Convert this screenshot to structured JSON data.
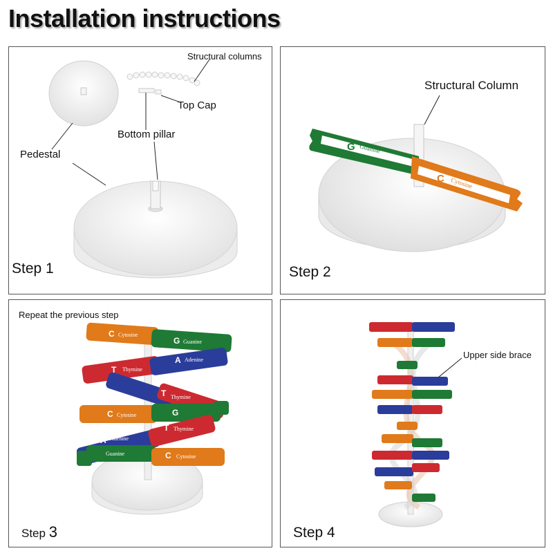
{
  "title": "Installation instructions",
  "panels": [
    {
      "step": "Step 1",
      "labels": {
        "structural_columns": "Structural columns",
        "top_cap": "Top Cap",
        "bottom_pillar": "Bottom pillar",
        "pedestal": "Pedestal"
      }
    },
    {
      "step": "Step 2",
      "labels": {
        "structural_column": "Structural Column"
      },
      "piece_text": {
        "left_letter": "G",
        "left_name": "Guanine",
        "right_letter": "C",
        "right_name": "Cytosine"
      }
    },
    {
      "step_word": "Step",
      "step_num": "3",
      "labels": {
        "note": "Repeat the previous step"
      },
      "rungs": [
        {
          "left_letter": "C",
          "left_name": "Cytosine",
          "right_letter": "G",
          "right_name": "Guanine"
        },
        {
          "left_letter": "T",
          "left_name": "Thymine",
          "right_letter": "A",
          "right_name": "Adenine"
        },
        {
          "left_letter": "T",
          "left_name": "Thymine",
          "right_letter": "",
          "right_name": ""
        },
        {
          "left_letter": "C",
          "left_name": "Cytosine",
          "right_letter": "G",
          "right_name": ""
        },
        {
          "left_letter": "A",
          "left_name": "Adenine",
          "right_letter": "T",
          "right_name": "Thymine"
        },
        {
          "left_letter": "",
          "left_name": "Guanine",
          "right_letter": "C",
          "right_name": "Cytosine"
        }
      ]
    },
    {
      "step": "Step 4",
      "labels": {
        "upper_side_brace": "Upper side brace"
      }
    }
  ],
  "colors": {
    "guanine": "#1e7a34",
    "cytosine": "#e07a1a",
    "thymine": "#cc2a30",
    "adenine": "#2b3d9a",
    "base_white": "#f2f2f2"
  }
}
